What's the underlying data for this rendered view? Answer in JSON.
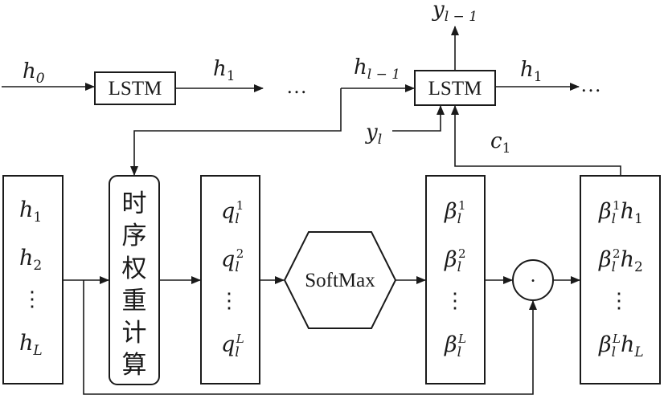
{
  "top": {
    "input_label": "h",
    "input_sub": "0",
    "out1_label": "h",
    "out1_sub": "1",
    "ellipsis": "…",
    "prev_label": "h",
    "prev_sub": "l − 1",
    "out2_label": "h",
    "out2_sub": "1",
    "ellipsis2": "…",
    "y_top_label": "y",
    "y_top_sub": "l − 1",
    "y_in_label": "y",
    "y_in_sub": "l",
    "c_label": "c",
    "c_sub": "1"
  },
  "lstm_label": "LSTM",
  "hidden_stack": {
    "items": [
      {
        "label": "h",
        "sub": "1"
      },
      {
        "label": "h",
        "sub": "2"
      },
      {
        "label": "h",
        "sub": "L"
      }
    ],
    "vdots": "⋮"
  },
  "reweight": {
    "chars": [
      "时",
      "序",
      "权",
      "重",
      "计",
      "算"
    ]
  },
  "q_stack": {
    "items": [
      {
        "label": "q",
        "sub": "l",
        "sup": "1"
      },
      {
        "label": "q",
        "sub": "l",
        "sup": "2"
      },
      {
        "label": "q",
        "sub": "l",
        "sup": "L"
      }
    ],
    "vdots": "⋮"
  },
  "softmax_label": "SoftMax",
  "beta_stack": {
    "items": [
      {
        "label": "β",
        "sub": "l",
        "sup": "1"
      },
      {
        "label": "β",
        "sub": "l",
        "sup": "2"
      },
      {
        "label": "β",
        "sub": "l",
        "sup": "L"
      }
    ],
    "vdots": "⋮"
  },
  "dot_op": "·",
  "weighted_stack": {
    "items": [
      {
        "label": "β",
        "sub": "l",
        "sup": "1",
        "h_label": "h",
        "h_sub": "1"
      },
      {
        "label": "β",
        "sub": "l",
        "sup": "2",
        "h_label": "h",
        "h_sub": "2"
      },
      {
        "label": "β",
        "sub": "l",
        "sup": "L",
        "h_label": "h",
        "h_sub": "L"
      }
    ],
    "vdots": "⋮"
  }
}
